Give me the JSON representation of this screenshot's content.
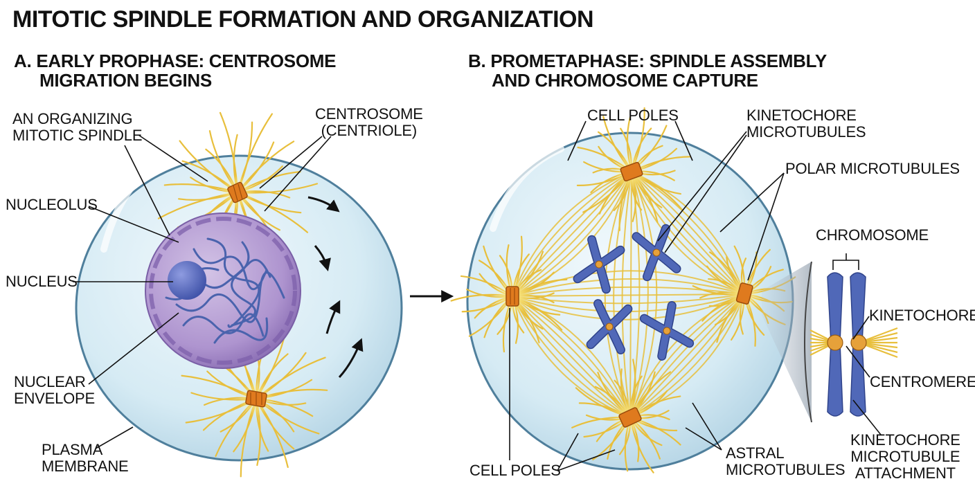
{
  "title": "MITOTIC SPINDLE FORMATION AND ORGANIZATION",
  "panel_a": {
    "heading": [
      "A. EARLY PROPHASE: CENTROSOME",
      "MIGRATION BEGINS"
    ],
    "labels": {
      "organizing_spindle": [
        "AN ORGANIZING",
        "MITOTIC SPINDLE"
      ],
      "centrosome": [
        "CENTROSOME",
        "(CENTRIOLE)"
      ],
      "nucleolus": "NUCLEOLUS",
      "nucleus": "NUCLEUS",
      "nuclear_envelope": [
        "NUCLEAR",
        "ENVELOPE"
      ],
      "plasma_membrane": [
        "PLASMA",
        "MEMBRANE"
      ]
    }
  },
  "panel_b": {
    "heading": [
      "B. PROMETAPHASE: SPINDLE ASSEMBLY",
      "AND CHROMOSOME CAPTURE"
    ],
    "labels": {
      "cell_poles_top": "CELL POLES",
      "kinetochore_microtubules": [
        "KINETOCHORE",
        "MICROTUBULES"
      ],
      "polar_microtubules": "POLAR MICROTUBULES",
      "chromosome": "CHROMOSOME",
      "kinetochore": "KINETOCHORE",
      "centromere": "CENTROMERE",
      "kinetochore_attachment": [
        "KINETOCHORE",
        "MICROTUBULE",
        "ATTACHMENT"
      ],
      "cell_poles_bottom": "CELL POLES",
      "astral_microtubules": [
        "ASTRAL",
        "MICROTUBULES"
      ]
    }
  },
  "colors": {
    "cell_fill": "#d3e9f3",
    "cell_outline": "#4f7f9c",
    "nucleus_fill": "#b39ad0",
    "chromatin": "#4a63ad",
    "microtubule": "#e8bf3c",
    "centriole": "#df7a1e",
    "chromosome": "#5068b8"
  }
}
